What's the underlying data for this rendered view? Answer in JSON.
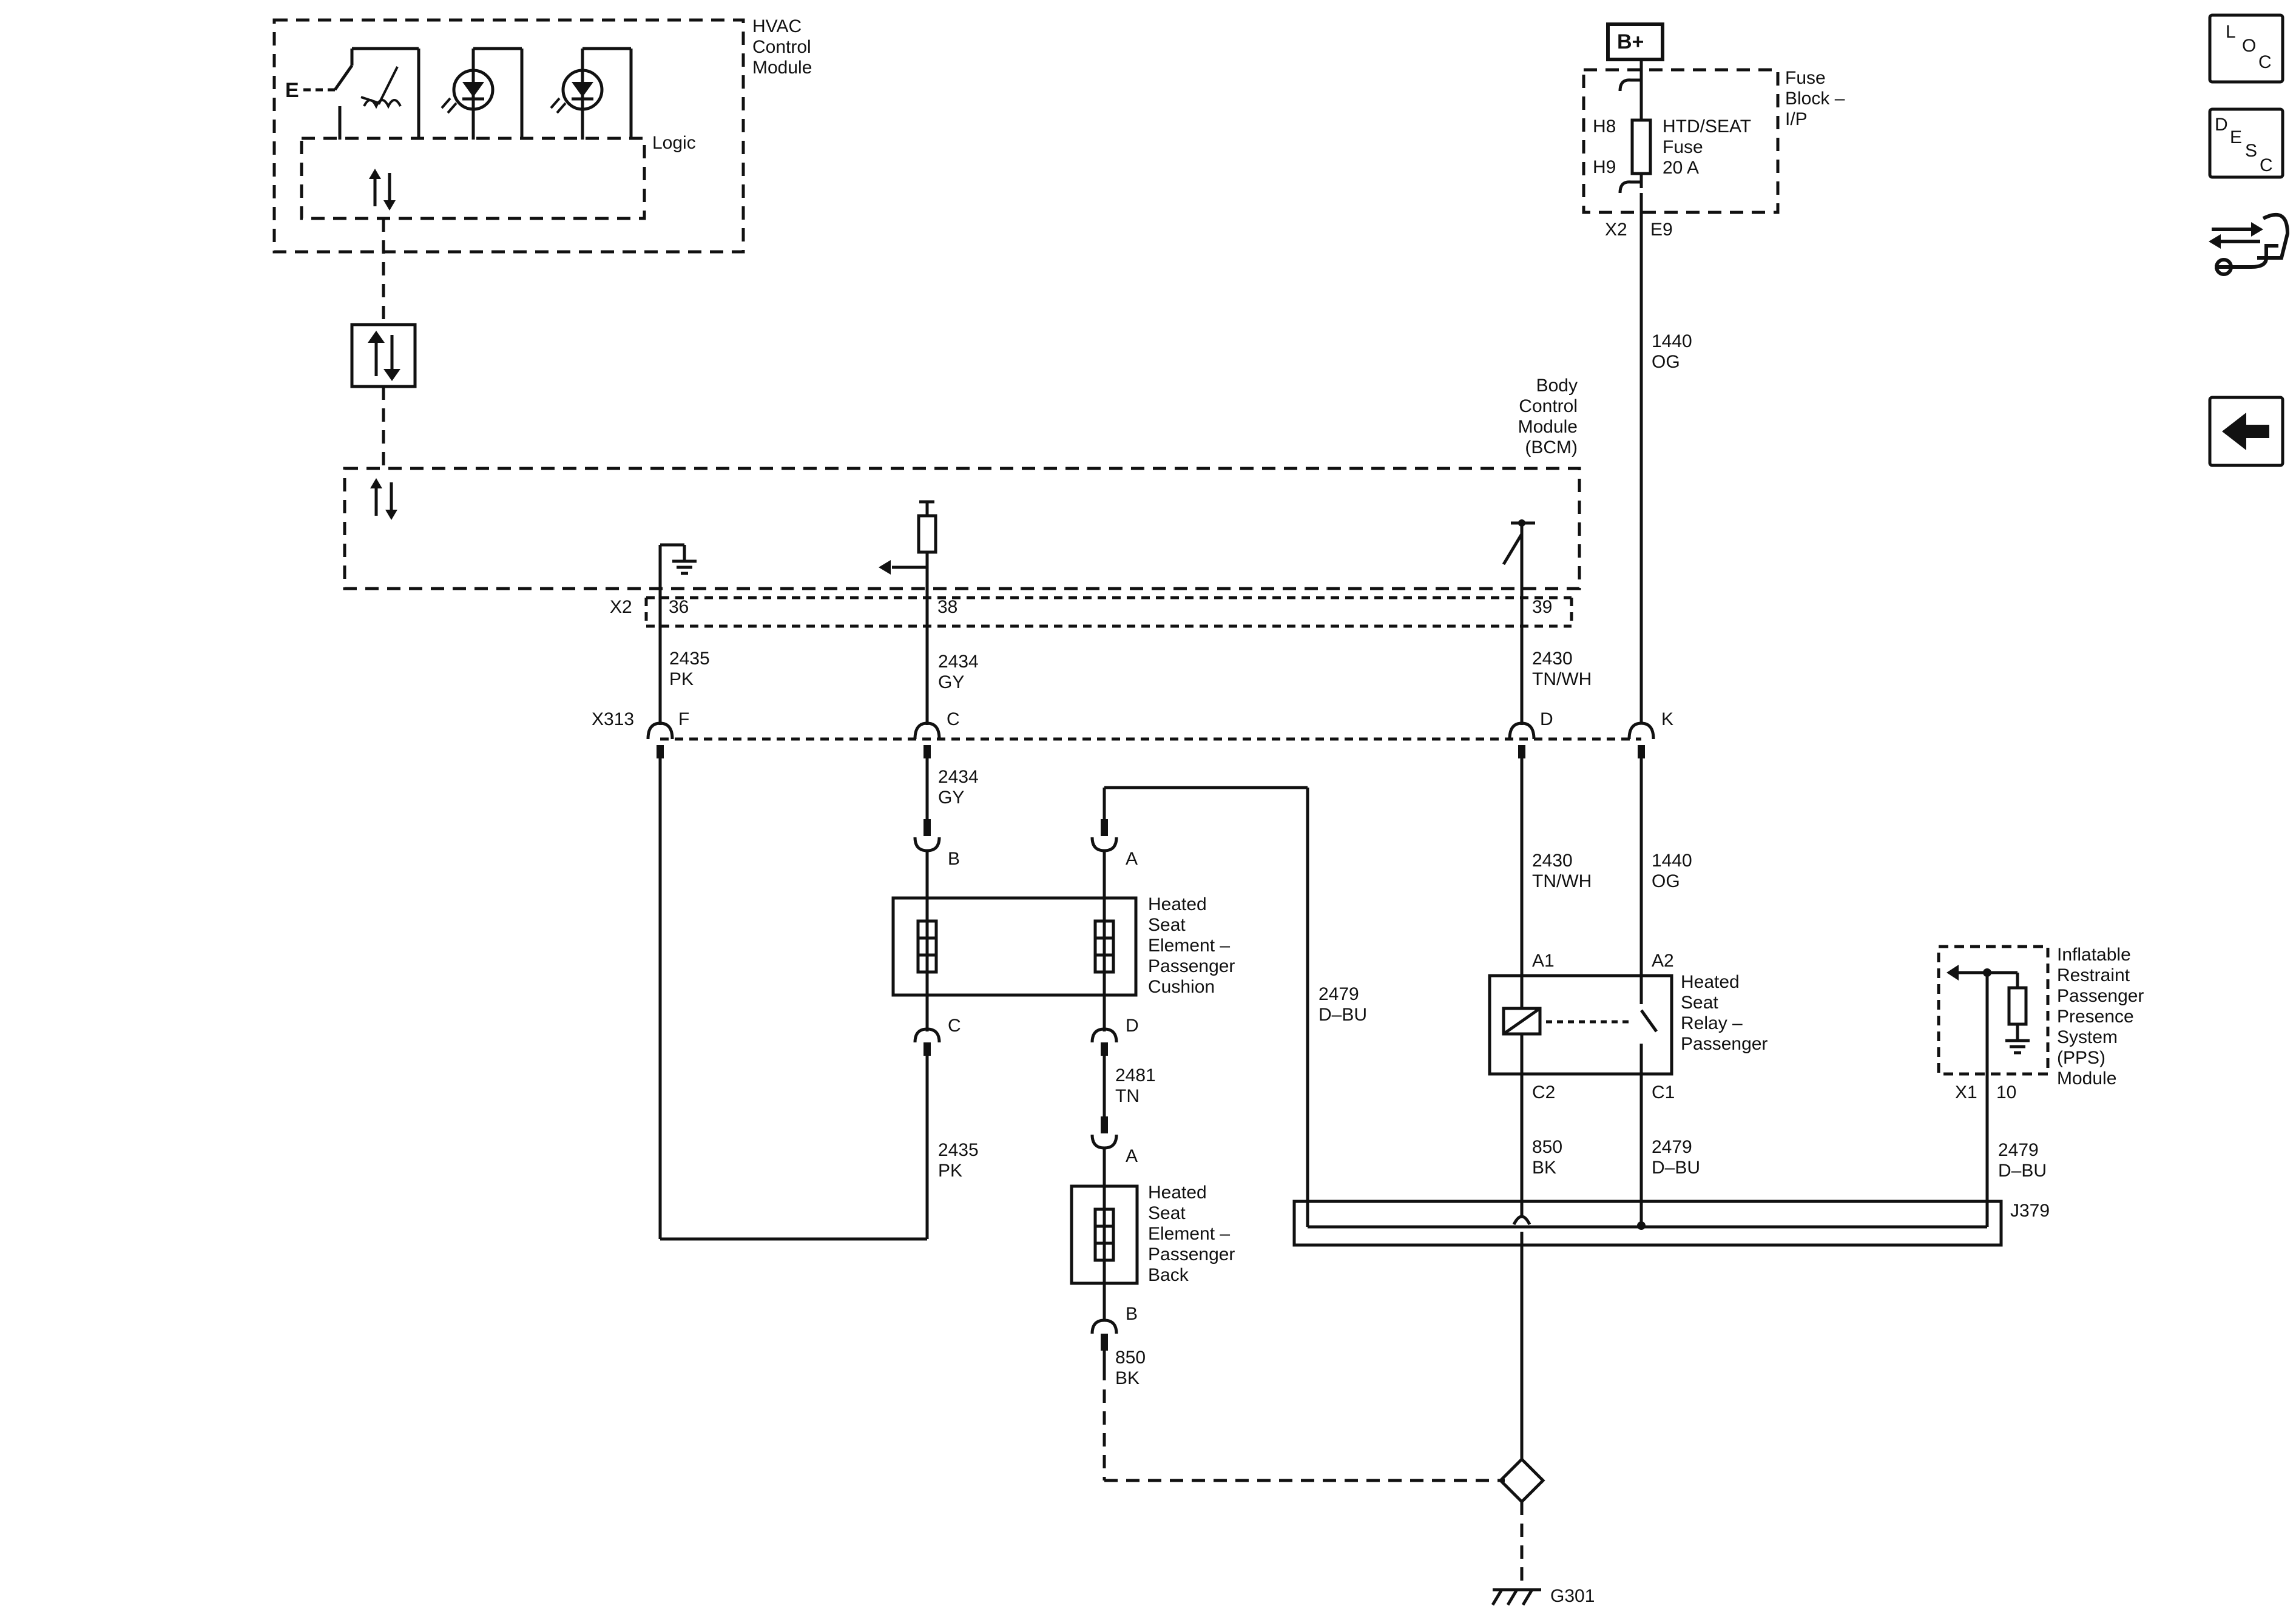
{
  "modules": {
    "hvac": [
      "HVAC",
      "Control",
      "Module"
    ],
    "logic": "Logic",
    "bcm": [
      "Body",
      "Control",
      "Module",
      "(BCM)"
    ],
    "fuse_block": [
      "Fuse",
      "Block –",
      "I/P"
    ],
    "fuse": [
      "HTD/SEAT",
      "Fuse",
      "20 A"
    ],
    "battery": "B+",
    "pps": [
      "Inflatable",
      "Restraint",
      "Passenger",
      "Presence",
      "System",
      "(PPS)",
      "Module"
    ],
    "relay": [
      "Heated",
      "Seat",
      "Relay –",
      "Passenger"
    ],
    "cushion": [
      "Heated",
      "Seat",
      "Element –",
      "Passenger",
      "Cushion"
    ],
    "back": [
      "Heated",
      "Seat",
      "Element –",
      "Passenger",
      "Back"
    ]
  },
  "connectors": {
    "x2": "X2",
    "x313": "X313",
    "x1": "X1",
    "j379": "J379",
    "g301": "G301",
    "fuse_h8": "H8",
    "fuse_h9": "H9",
    "fuse_x2": "X2",
    "fuse_e9": "E9"
  },
  "pins": {
    "bcm_36": "36",
    "bcm_38": "38",
    "bcm_39": "39",
    "x313_f": "F",
    "x313_c": "C",
    "x313_d": "D",
    "x313_k": "K",
    "cushion_b": "B",
    "cushion_a": "A",
    "cushion_c": "C",
    "cushion_d": "D",
    "back_a": "A",
    "back_b": "B",
    "relay_a1": "A1",
    "relay_a2": "A2",
    "relay_c2": "C2",
    "relay_c1": "C1",
    "pps_10": "10"
  },
  "wires": {
    "w1440_top": [
      "1440",
      "OG"
    ],
    "w2435_top": [
      "2435",
      "PK"
    ],
    "w2434_top": [
      "2434",
      "GY"
    ],
    "w2430_top": [
      "2430",
      "TN/WH"
    ],
    "w2434_mid": [
      "2434",
      "GY"
    ],
    "w2430_mid": [
      "2430",
      "TN/WH"
    ],
    "w1440_mid": [
      "1440",
      "OG"
    ],
    "w2479_left": [
      "2479",
      "D–BU"
    ],
    "w2481": [
      "2481",
      "TN"
    ],
    "w2435_low": [
      "2435",
      "PK"
    ],
    "w850_relay": [
      "850",
      "BK"
    ],
    "w2479_relay": [
      "2479",
      "D–BU"
    ],
    "w2479_pps": [
      "2479",
      "D–BU"
    ],
    "w850_back": [
      "850",
      "BK"
    ]
  },
  "nav": {
    "loc": [
      "L",
      "O",
      "C"
    ],
    "desc": [
      "D",
      "E",
      "S",
      "C"
    ],
    "loc_name": "location-button",
    "desc_name": "description-button"
  }
}
